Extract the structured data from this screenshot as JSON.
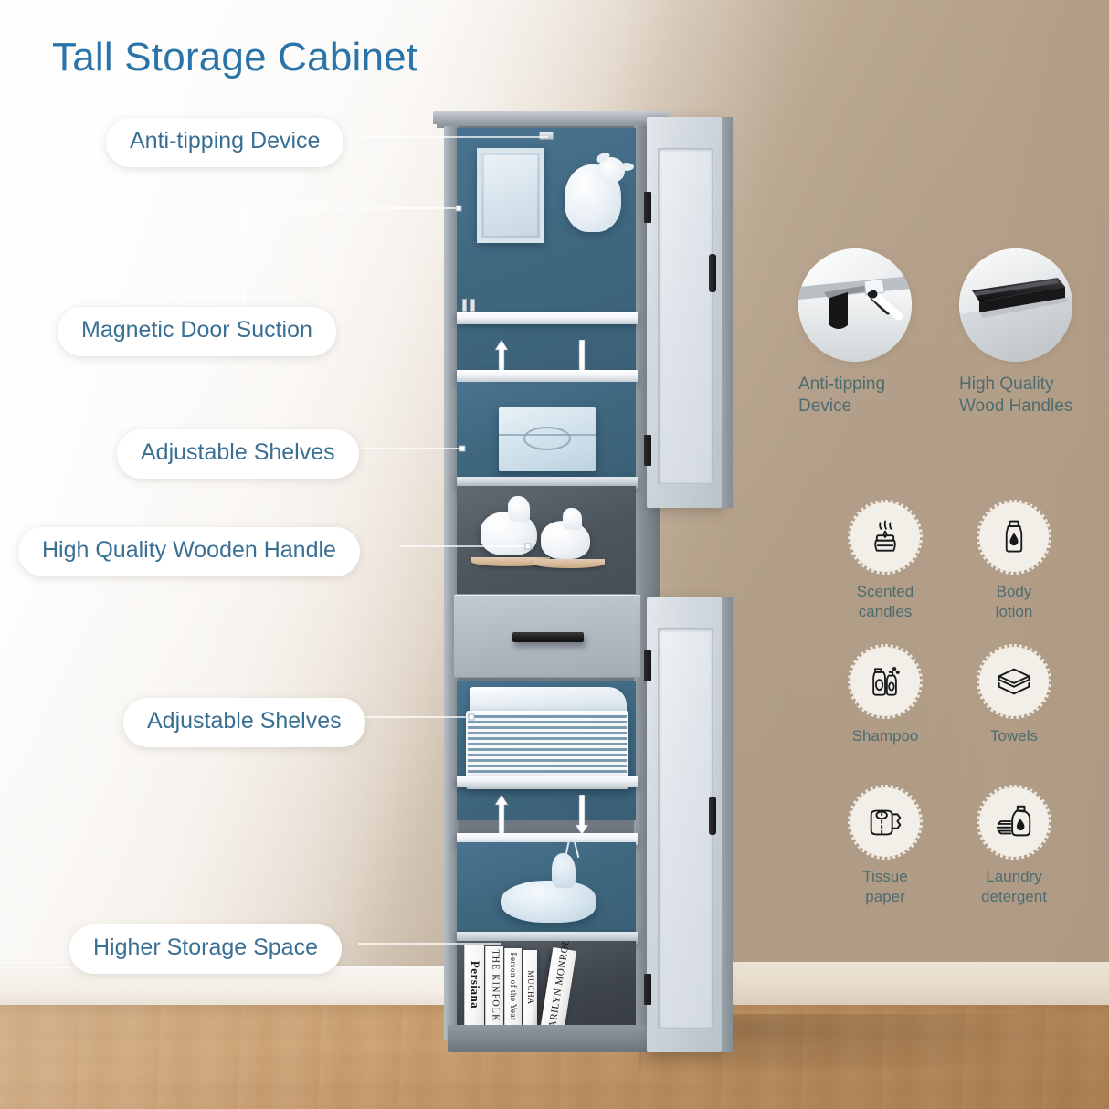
{
  "title": "Tall Storage Cabinet",
  "theme": {
    "title_color": "#2a74a9",
    "pill_text_color": "#3a6f94",
    "feature_text_color": "#4e6b70",
    "wall_color": "#c8b49c",
    "cabinet_color": "#9aa2aa",
    "interior_blue": "#3f687f",
    "handle_color": "#1d1d1f"
  },
  "callouts": [
    {
      "label": "Anti-tipping Device",
      "name": "anti-tipping-device"
    },
    {
      "label": "Magnetic Door Suction",
      "name": "magnetic-door-suction"
    },
    {
      "label": "Adjustable Shelves",
      "name": "adjustable-shelves-top"
    },
    {
      "label": "High Quality Wooden Handle",
      "name": "high-quality-wooden-handle"
    },
    {
      "label": "Adjustable Shelves",
      "name": "adjustable-shelves-bottom"
    },
    {
      "label": "Higher Storage Space",
      "name": "higher-storage-space"
    }
  ],
  "features": [
    {
      "label": "Anti-tipping\nDevice",
      "name": "feature-anti-tipping-device",
      "icon": "anti-tip-bracket-photo"
    },
    {
      "label": "High Quality\nWood Handles",
      "name": "feature-wood-handles",
      "icon": "black-bar-handle-photo"
    }
  ],
  "storage_items": [
    {
      "label": "Scented\ncandles",
      "icon": "candle-icon",
      "name": "item-scented-candles"
    },
    {
      "label": "Body\nlotion",
      "icon": "lotion-icon",
      "name": "item-body-lotion"
    },
    {
      "label": "Shampoo",
      "icon": "shampoo-icon",
      "name": "item-shampoo"
    },
    {
      "label": "Towels",
      "icon": "towels-icon",
      "name": "item-towels"
    },
    {
      "label": "Tissue\npaper",
      "icon": "tissue-icon",
      "name": "item-tissue-paper"
    },
    {
      "label": "Laundry\ndetergent",
      "icon": "detergent-icon",
      "name": "item-laundry-detergent"
    }
  ],
  "cabinet": {
    "books": [
      {
        "title": "Persiana"
      },
      {
        "title": "THE KINFOLK"
      },
      {
        "title": "Person of the Year"
      },
      {
        "title": "MUCHA"
      },
      {
        "title": "MARILYN MONROE"
      }
    ]
  }
}
